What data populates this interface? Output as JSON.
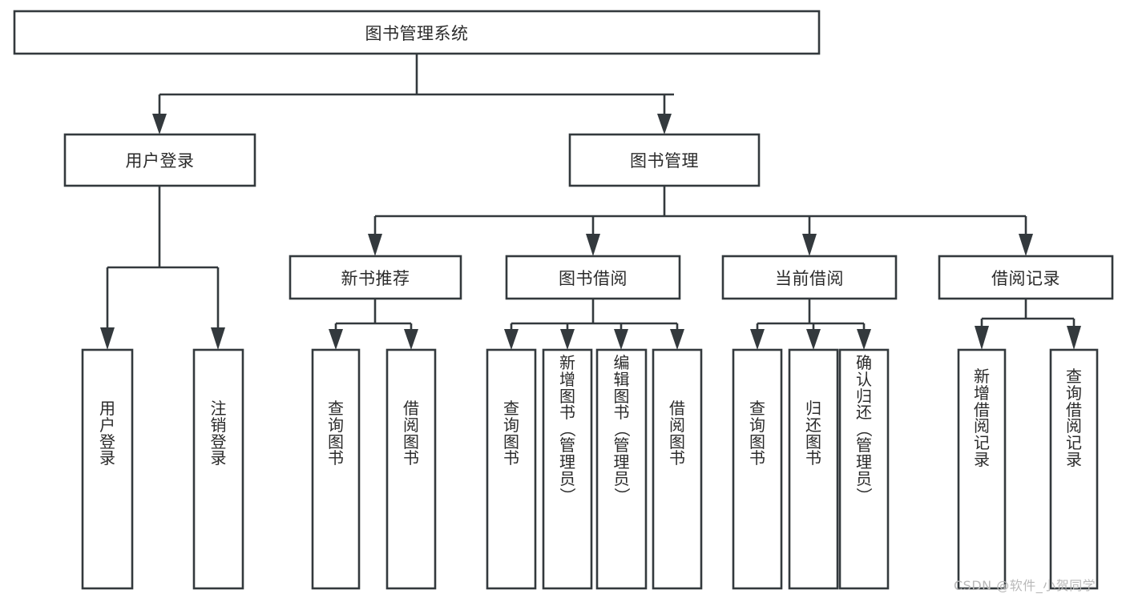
{
  "diagram": {
    "type": "tree-hierarchy",
    "title": "图书管理系统",
    "watermark": "CSDN @软件_小贺同学",
    "colors": {
      "stroke": "#33393d",
      "fill": "#ffffff",
      "text": "#2b2b2b",
      "watermark": "#b9b9b9",
      "background": "#ffffff"
    },
    "nodes": {
      "root": {
        "label": "图书管理系统",
        "orientation": "horizontal"
      },
      "level2": [
        {
          "id": "user-login",
          "label": "用户登录",
          "orientation": "horizontal"
        },
        {
          "id": "book-manage",
          "label": "图书管理",
          "orientation": "horizontal"
        }
      ],
      "level3": [
        {
          "id": "new-book-recommend",
          "label": "新书推荐",
          "orientation": "horizontal"
        },
        {
          "id": "book-borrow",
          "label": "图书借阅",
          "orientation": "horizontal"
        },
        {
          "id": "current-borrow",
          "label": "当前借阅",
          "orientation": "horizontal"
        },
        {
          "id": "borrow-record",
          "label": "借阅记录",
          "orientation": "horizontal"
        }
      ],
      "leaves": [
        {
          "id": "leaf-user-login",
          "parent": "user-login",
          "label": "用户登录",
          "orientation": "vertical"
        },
        {
          "id": "leaf-logout",
          "parent": "user-login",
          "label": "注销登录",
          "orientation": "vertical"
        },
        {
          "id": "leaf-query-book-1",
          "parent": "new-book-recommend",
          "label": "查询图书",
          "orientation": "vertical"
        },
        {
          "id": "leaf-borrow-book-1",
          "parent": "new-book-recommend",
          "label": "借阅图书",
          "orientation": "vertical"
        },
        {
          "id": "leaf-query-book-2",
          "parent": "book-borrow",
          "label": "查询图书",
          "orientation": "vertical"
        },
        {
          "id": "leaf-add-book",
          "parent": "book-borrow",
          "label": "新增图书（管理员）",
          "orientation": "vertical"
        },
        {
          "id": "leaf-edit-book",
          "parent": "book-borrow",
          "label": "编辑图书（管理员）",
          "orientation": "vertical"
        },
        {
          "id": "leaf-borrow-book-2",
          "parent": "book-borrow",
          "label": "借阅图书",
          "orientation": "vertical"
        },
        {
          "id": "leaf-query-book-3",
          "parent": "current-borrow",
          "label": "查询图书",
          "orientation": "vertical"
        },
        {
          "id": "leaf-return-book",
          "parent": "current-borrow",
          "label": "归还图书",
          "orientation": "vertical"
        },
        {
          "id": "leaf-confirm-return",
          "parent": "current-borrow",
          "label": "确认归还（管理员）",
          "orientation": "vertical"
        },
        {
          "id": "leaf-add-record",
          "parent": "borrow-record",
          "label": "新增借阅记录",
          "orientation": "vertical"
        },
        {
          "id": "leaf-query-record",
          "parent": "borrow-record",
          "label": "查询借阅记录",
          "orientation": "vertical"
        }
      ]
    },
    "edges": [
      {
        "from": "root",
        "to": "user-login"
      },
      {
        "from": "root",
        "to": "book-manage"
      },
      {
        "from": "user-login",
        "to": "leaf-user-login"
      },
      {
        "from": "user-login",
        "to": "leaf-logout"
      },
      {
        "from": "book-manage",
        "to": "new-book-recommend"
      },
      {
        "from": "book-manage",
        "to": "book-borrow"
      },
      {
        "from": "book-manage",
        "to": "current-borrow"
      },
      {
        "from": "book-manage",
        "to": "borrow-record"
      },
      {
        "from": "new-book-recommend",
        "to": "leaf-query-book-1"
      },
      {
        "from": "new-book-recommend",
        "to": "leaf-borrow-book-1"
      },
      {
        "from": "book-borrow",
        "to": "leaf-query-book-2"
      },
      {
        "from": "book-borrow",
        "to": "leaf-add-book"
      },
      {
        "from": "book-borrow",
        "to": "leaf-edit-book"
      },
      {
        "from": "book-borrow",
        "to": "leaf-borrow-book-2"
      },
      {
        "from": "current-borrow",
        "to": "leaf-query-book-3"
      },
      {
        "from": "current-borrow",
        "to": "leaf-return-book"
      },
      {
        "from": "current-borrow",
        "to": "leaf-confirm-return"
      },
      {
        "from": "borrow-record",
        "to": "leaf-add-record"
      },
      {
        "from": "borrow-record",
        "to": "leaf-query-record"
      }
    ]
  }
}
